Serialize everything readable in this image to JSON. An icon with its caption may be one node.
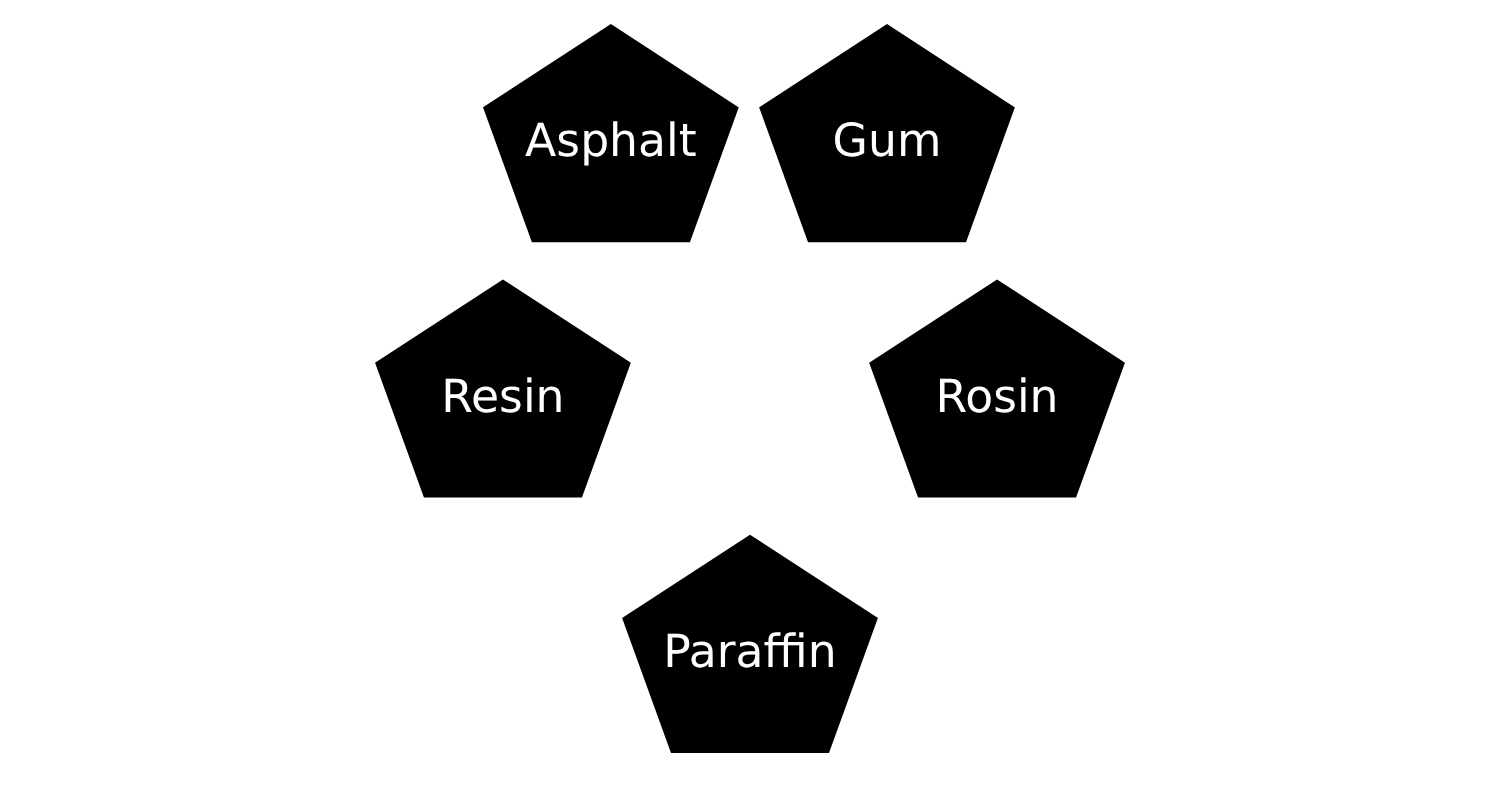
{
  "diagram": {
    "nodes": [
      {
        "text": [
          "Asphalt"
        ]
      },
      {
        "text": [
          "Gum"
        ]
      },
      {
        "text": [
          "Resin"
        ]
      },
      {
        "text": [
          "Rosin"
        ]
      },
      {
        "text": [
          "Paraffin"
        ]
      }
    ]
  }
}
